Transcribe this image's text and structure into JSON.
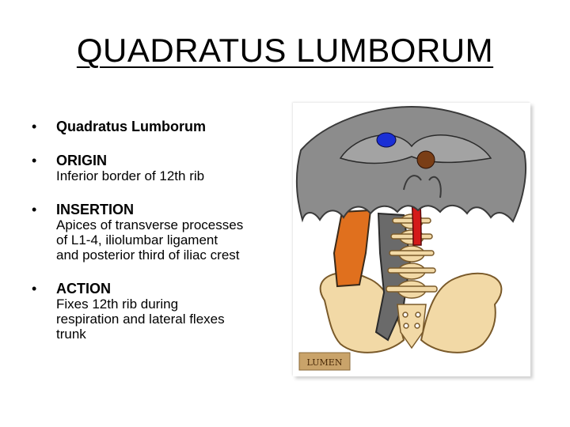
{
  "slide": {
    "title": "QUADRATUS LUMBORUM",
    "bullets": [
      {
        "head": "Quadratus Lumborum",
        "body": []
      },
      {
        "head": "ORIGIN",
        "body": [
          "Inferior border of 12th rib"
        ]
      },
      {
        "head": "INSERTION",
        "body": [
          "Apices of transverse processes",
          "of L1-4, iliolumbar ligament",
          "and posterior third of iliac crest"
        ]
      },
      {
        "head": "ACTION",
        "body": [
          "Fixes 12th rib during",
          "respiration and lateral flexes",
          "trunk"
        ]
      }
    ],
    "figure": {
      "logo_text": "LUMEN",
      "colors": {
        "diaphragm": "#8c8c8c",
        "diaphragm_outline": "#3a3a3a",
        "psoas": "#6a6a6a",
        "quadratus_lumborum": "#e0701e",
        "aorta": "#d41a1a",
        "vena_cava_blue": "#1a2fd6",
        "esophagus_brown": "#7a3e16",
        "bone": "#f2d9a6",
        "logo_bg": "#c9a36a"
      }
    }
  }
}
